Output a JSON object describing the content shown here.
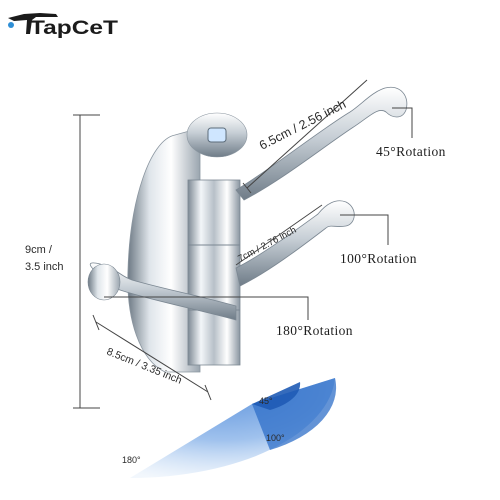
{
  "brand": {
    "name": "TapCeT"
  },
  "dimensions": {
    "height_label_1": "9cm /",
    "height_label_2": "3.5 inch",
    "top_arm": "6.5cm / 2.56 inch",
    "middle_arm": "7cm / 2.76 inch",
    "bottom_arm": "8.5cm / 3.35 inch"
  },
  "rotations": {
    "top": "45°Rotation",
    "middle": "100°Rotation",
    "bottom": "180°Rotation"
  },
  "fan": {
    "label_45": "45°",
    "label_100": "100°",
    "label_180": "180°"
  },
  "colors": {
    "chrome_dark": "#6f7c88",
    "chrome_light": "#f4f7fa",
    "fan_blue": "#3a7fd8",
    "fan_light": "#bcd6f3",
    "water_drop": "#2f8fd6"
  }
}
